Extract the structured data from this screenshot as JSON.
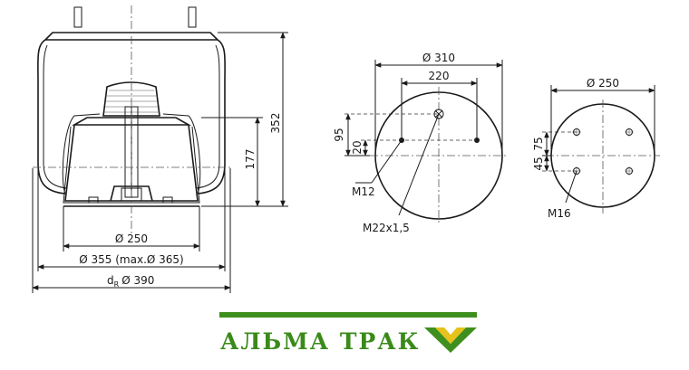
{
  "colors": {
    "brand_green": "#3f8f1e",
    "logo_yellow": "#e6c21a",
    "line": "#1a1a1a"
  },
  "side_view": {
    "height_total": "352",
    "height_piston": "177",
    "dia_piston": "Ø 250",
    "dia_bellow": "Ø 355 (max.Ø 365)",
    "dia_r_prefix": "d",
    "dia_r_sub": "R",
    "dia_r_value": "Ø 390"
  },
  "top_plate": {
    "dia_outer": "Ø 310",
    "spacing": "220",
    "offset_95": "95",
    "offset_20": "20",
    "bolt_label": "M12",
    "air_port_label": "M22x1,5"
  },
  "bottom_plate": {
    "dia_outer": "Ø 250",
    "offset_75": "75",
    "offset_45": "45",
    "bolt_label": "M16"
  },
  "brand": {
    "name": "АЛЬМА ТРАК",
    "logo_icon": "check-chevron-logo"
  }
}
